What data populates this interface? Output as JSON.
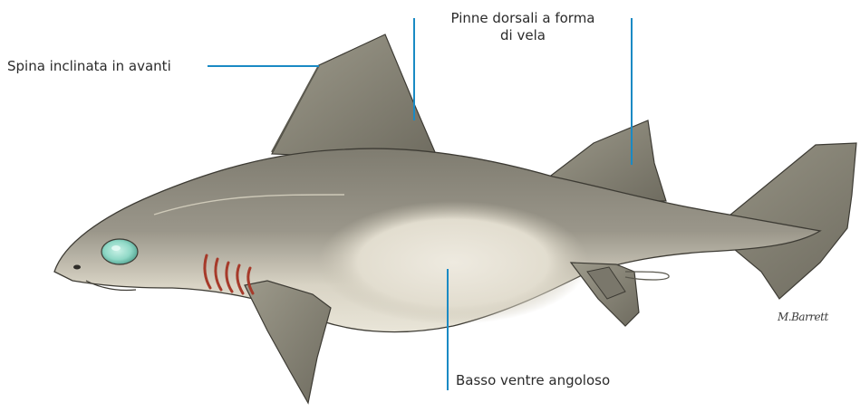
{
  "annotations": {
    "spine": "Spina inclinata in avanti",
    "fins_line1": "Pinne dorsali a forma",
    "fins_line2": "di vela",
    "belly": "Basso ventre angoloso"
  },
  "signature": "M.Barrett",
  "colors": {
    "leader_line": "#1a8ac4",
    "shark_body": "#8a877a",
    "shark_belly": "#e6e1d4",
    "fin": "#8d8b7d",
    "eye": "#8fd8c6",
    "gill_slit": "#a63a2a"
  }
}
